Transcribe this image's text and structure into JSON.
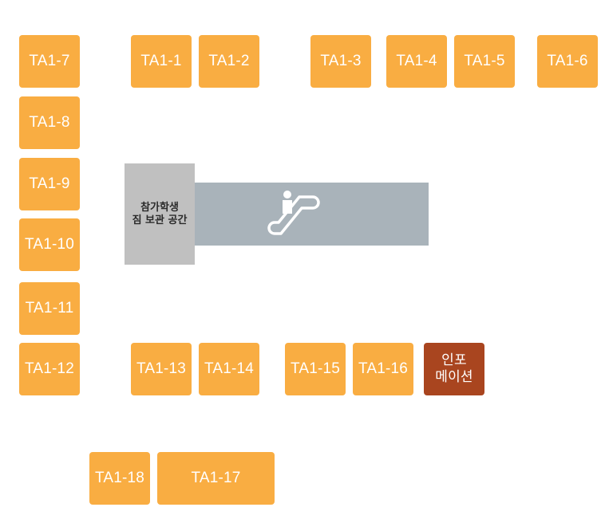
{
  "booths": {
    "ta1_1": "TA1-1",
    "ta1_2": "TA1-2",
    "ta1_3": "TA1-3",
    "ta1_4": "TA1-4",
    "ta1_5": "TA1-5",
    "ta1_6": "TA1-6",
    "ta1_7": "TA1-7",
    "ta1_8": "TA1-8",
    "ta1_9": "TA1-9",
    "ta1_10": "TA1-10",
    "ta1_11": "TA1-11",
    "ta1_12": "TA1-12",
    "ta1_13": "TA1-13",
    "ta1_14": "TA1-14",
    "ta1_15": "TA1-15",
    "ta1_16": "TA1-16",
    "ta1_17": "TA1-17",
    "ta1_18": "TA1-18"
  },
  "information": {
    "line1": "인포",
    "line2": "메이션"
  },
  "storage": {
    "line1": "참가학생",
    "line2": "짐 보관 공간"
  },
  "escalator": {
    "icon": "escalator-icon"
  },
  "colors": {
    "booth": "#f9ad42",
    "information": "#a9451f",
    "storage": "#c0c0c0",
    "escalator": "#a9b3ba"
  }
}
